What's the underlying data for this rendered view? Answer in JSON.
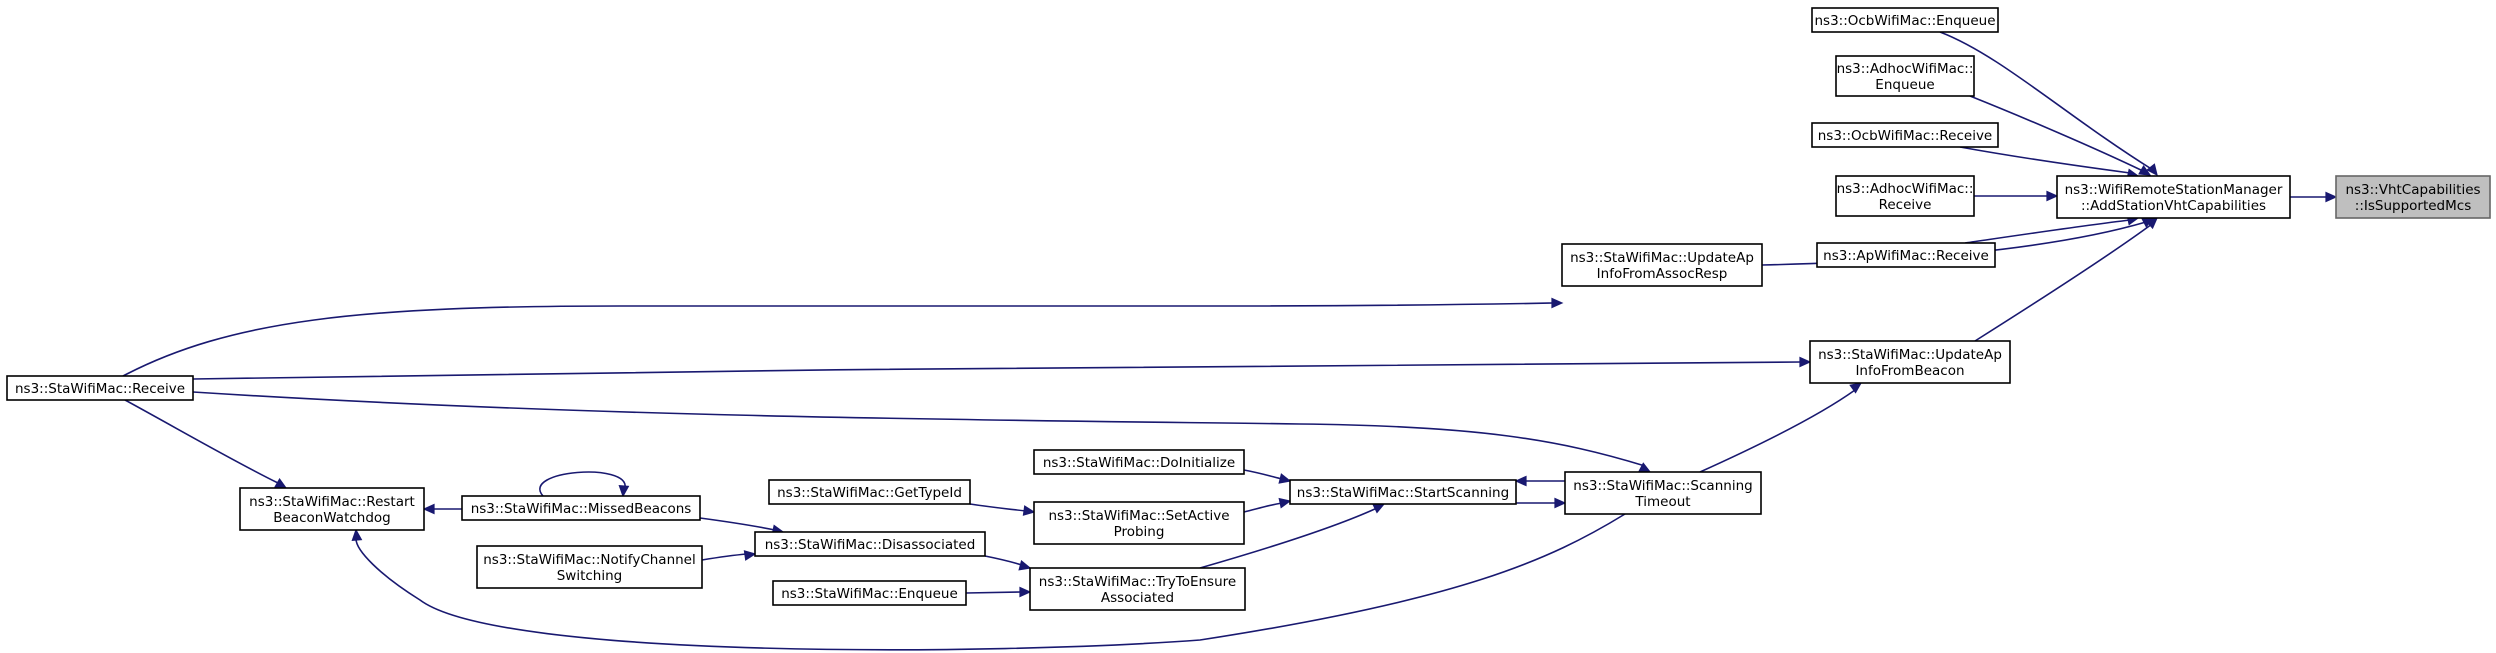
{
  "graph": {
    "nodes": [
      {
        "id": "vht_is_supported_mcs",
        "lines": [
          "ns3::VhtCapabilities",
          "::IsSupportedMcs"
        ],
        "focus": true
      },
      {
        "id": "wrsm_add_station_vht",
        "lines": [
          "ns3::WifiRemoteStationManager",
          "::AddStationVhtCapabilities"
        ]
      },
      {
        "id": "ocb_enqueue",
        "lines": [
          "ns3::OcbWifiMac::Enqueue"
        ]
      },
      {
        "id": "adhoc_enqueue",
        "lines": [
          "ns3::AdhocWifiMac::",
          "Enqueue"
        ]
      },
      {
        "id": "ocb_receive",
        "lines": [
          "ns3::OcbWifiMac::Receive"
        ]
      },
      {
        "id": "adhoc_receive",
        "lines": [
          "ns3::AdhocWifiMac::",
          "Receive"
        ]
      },
      {
        "id": "ap_receive",
        "lines": [
          "ns3::ApWifiMac::Receive"
        ]
      },
      {
        "id": "sta_update_ap_assoc",
        "lines": [
          "ns3::StaWifiMac::UpdateAp",
          "InfoFromAssocResp"
        ]
      },
      {
        "id": "sta_update_ap_beacon",
        "lines": [
          "ns3::StaWifiMac::UpdateAp",
          "InfoFromBeacon"
        ]
      },
      {
        "id": "sta_receive",
        "lines": [
          "ns3::StaWifiMac::Receive"
        ]
      },
      {
        "id": "sta_scanning_timeout",
        "lines": [
          "ns3::StaWifiMac::Scanning",
          "Timeout"
        ]
      },
      {
        "id": "sta_start_scanning",
        "lines": [
          "ns3::StaWifiMac::StartScanning"
        ]
      },
      {
        "id": "sta_do_initialize",
        "lines": [
          "ns3::StaWifiMac::DoInitialize"
        ]
      },
      {
        "id": "sta_set_active_probing",
        "lines": [
          "ns3::StaWifiMac::SetActive",
          "Probing"
        ]
      },
      {
        "id": "sta_get_type_id",
        "lines": [
          "ns3::StaWifiMac::GetTypeId"
        ]
      },
      {
        "id": "sta_try_to_ensure",
        "lines": [
          "ns3::StaWifiMac::TryToEnsure",
          "Associated"
        ]
      },
      {
        "id": "sta_enqueue",
        "lines": [
          "ns3::StaWifiMac::Enqueue"
        ]
      },
      {
        "id": "sta_disassociated",
        "lines": [
          "ns3::StaWifiMac::Disassociated"
        ]
      },
      {
        "id": "sta_notify_channel",
        "lines": [
          "ns3::StaWifiMac::NotifyChannel",
          "Switching"
        ]
      },
      {
        "id": "sta_missed_beacons",
        "lines": [
          "ns3::StaWifiMac::MissedBeacons"
        ]
      },
      {
        "id": "sta_restart_beacon",
        "lines": [
          "ns3::StaWifiMac::Restart",
          "BeaconWatchdog"
        ]
      }
    ],
    "edges": [
      {
        "from": "wrsm_add_station_vht",
        "to": "vht_is_supported_mcs"
      },
      {
        "from": "ocb_enqueue",
        "to": "wrsm_add_station_vht"
      },
      {
        "from": "adhoc_enqueue",
        "to": "wrsm_add_station_vht"
      },
      {
        "from": "ocb_receive",
        "to": "wrsm_add_station_vht"
      },
      {
        "from": "adhoc_receive",
        "to": "wrsm_add_station_vht"
      },
      {
        "from": "ap_receive",
        "to": "wrsm_add_station_vht"
      },
      {
        "from": "sta_update_ap_assoc",
        "to": "wrsm_add_station_vht"
      },
      {
        "from": "sta_update_ap_beacon",
        "to": "wrsm_add_station_vht"
      },
      {
        "from": "sta_receive",
        "to": "sta_update_ap_assoc"
      },
      {
        "from": "sta_receive",
        "to": "sta_update_ap_beacon"
      },
      {
        "from": "sta_scanning_timeout",
        "to": "sta_update_ap_beacon"
      },
      {
        "from": "sta_receive",
        "to": "sta_scanning_timeout"
      },
      {
        "from": "sta_receive",
        "to": "sta_restart_beacon"
      },
      {
        "from": "sta_start_scanning",
        "to": "sta_scanning_timeout"
      },
      {
        "from": "sta_scanning_timeout",
        "to": "sta_start_scanning"
      },
      {
        "from": "sta_do_initialize",
        "to": "sta_start_scanning"
      },
      {
        "from": "sta_set_active_probing",
        "to": "sta_start_scanning"
      },
      {
        "from": "sta_try_to_ensure",
        "to": "sta_start_scanning"
      },
      {
        "from": "sta_get_type_id",
        "to": "sta_set_active_probing"
      },
      {
        "from": "sta_disassociated",
        "to": "sta_try_to_ensure"
      },
      {
        "from": "sta_enqueue",
        "to": "sta_try_to_ensure"
      },
      {
        "from": "sta_missed_beacons",
        "to": "sta_disassociated"
      },
      {
        "from": "sta_notify_channel",
        "to": "sta_disassociated"
      },
      {
        "from": "sta_missed_beacons",
        "to": "sta_missed_beacons"
      },
      {
        "from": "sta_missed_beacons",
        "to": "sta_restart_beacon"
      },
      {
        "from": "sta_scanning_timeout",
        "to": "sta_restart_beacon"
      }
    ]
  },
  "colors": {
    "edge": "#191970",
    "node_border": "#000000",
    "focus_fill": "#bfbfbf",
    "focus_border": "#666666"
  }
}
